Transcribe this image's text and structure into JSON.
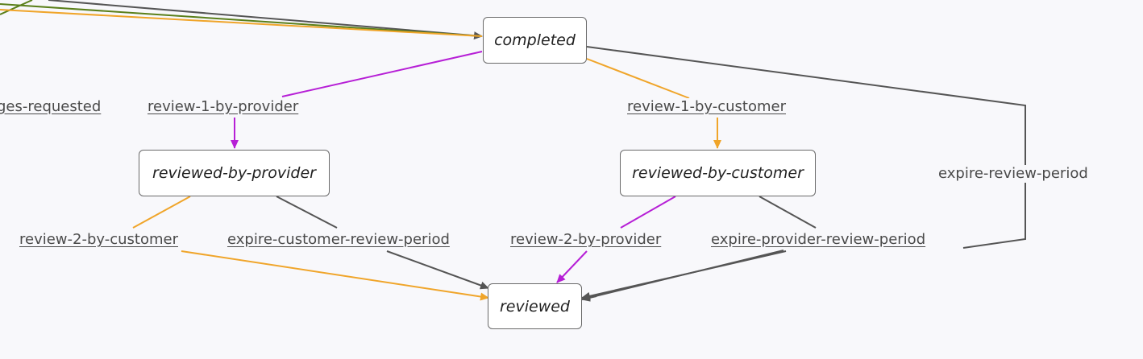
{
  "colors": {
    "background": "#f8f8fb",
    "provider": "#b61fd6",
    "customer": "#f0a52a",
    "system": "#555555",
    "green": "#5a7f1a"
  },
  "states": {
    "completed": "completed",
    "reviewed_by_provider": "reviewed-by-provider",
    "reviewed_by_customer": "reviewed-by-customer",
    "reviewed": "reviewed"
  },
  "transitions": {
    "changes_requested": "ges-requested",
    "review_1_by_provider": "review-1-by-provider",
    "review_1_by_customer": "review-1-by-customer",
    "expire_review_period": "expire-review-period",
    "review_2_by_customer": "review-2-by-customer",
    "expire_customer_review_period": "expire-customer-review-period",
    "review_2_by_provider": "review-2-by-provider",
    "expire_provider_review_period": "expire-provider-review-period"
  }
}
